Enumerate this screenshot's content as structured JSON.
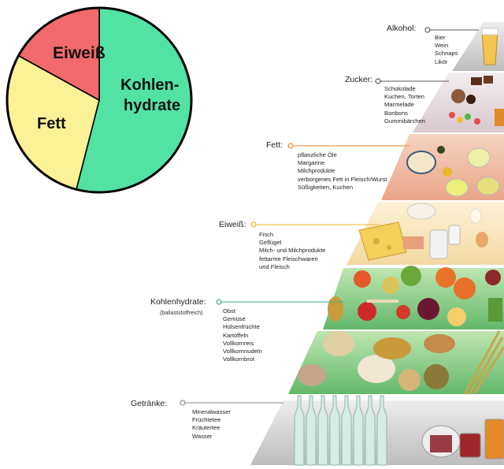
{
  "pie": {
    "segments": [
      {
        "label": "Kohlen-\nhydrate",
        "share": 0.54,
        "color": "#52e3a4"
      },
      {
        "label": "Fett",
        "share": 0.29,
        "color": "#fbf197"
      },
      {
        "label": "Eiweiß",
        "share": 0.17,
        "color": "#f26a6b"
      }
    ]
  },
  "pyramid": {
    "levels": [
      {
        "key": "alkohol",
        "title": "Alkohol:",
        "color": "#5a5a5a",
        "items": [
          "Bier",
          "Wein",
          "Schnaps",
          "Likör"
        ]
      },
      {
        "key": "zucker",
        "title": "Zucker:",
        "color": "#5a5a5a",
        "items": [
          "Schokolade",
          "Kuchen, Torten",
          "Marmelade",
          "Bonbons",
          "Gummibärchen"
        ]
      },
      {
        "key": "fett",
        "title": "Fett:",
        "color": "#f08a2a",
        "items": [
          "pflanzliche Öle",
          "Margarine",
          "Milchprodukte",
          "verborgenes Fett in Fleisch/Wurst",
          "Süßigkeiten, Kuchen"
        ]
      },
      {
        "key": "eiweiss",
        "title": "Eiweiß:",
        "color": "#f0b62a",
        "items": [
          "Fisch",
          "Geflügel",
          "Milch- und Milchprodukte",
          "fettarme Fleischwaren",
          "und Fleisch"
        ]
      },
      {
        "key": "kohlenhydrate",
        "title": "Kohlenhydrate:",
        "subtitle": "(ballaststoffreich)",
        "color": "#3fae8a",
        "items": [
          "Obst",
          "Gemüse",
          "Hülsenfrüchte",
          "Kartoffeln",
          "Vollkornreis",
          "Vollkornnudeln",
          "Vollkornbrot"
        ]
      },
      {
        "key": "getraenke",
        "title": "Getränke:",
        "color": "#8a8a8a",
        "items": [
          "Mineralwasser",
          "Früchtetee",
          "Kräutertee",
          "Wasser"
        ]
      }
    ]
  }
}
